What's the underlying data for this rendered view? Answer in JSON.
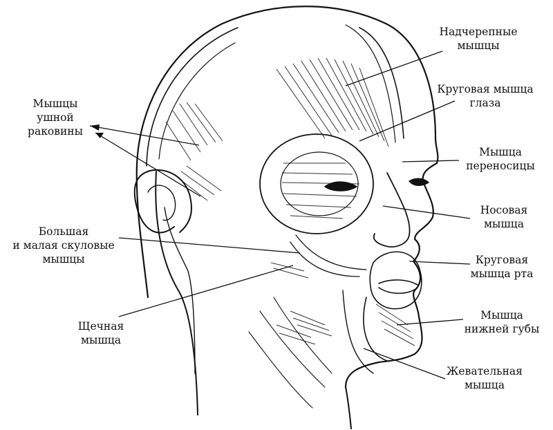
{
  "colors": {
    "ink": "#111111",
    "background": "#ffffff"
  },
  "labels": {
    "epicranial": {
      "line1": "Надчерепные",
      "line2": "мышцы"
    },
    "orbicularis_oculi": {
      "line1": "Круговая мышца",
      "line2": "глаза"
    },
    "procerus": {
      "line1": "Мышца",
      "line2": "переносицы"
    },
    "nasalis": {
      "line1": "Носовая",
      "line2": "мышца"
    },
    "orbicularis_oris": {
      "line1": "Круговая",
      "line2": "мышца рта"
    },
    "depressor_lower_lip": {
      "line1": "Мышца",
      "line2": "нижней губы"
    },
    "masseter": {
      "line1": "Жевательная",
      "line2": "мышца"
    },
    "auricular": {
      "line1": "Мышцы",
      "line2": "ушной",
      "line3": "раковины"
    },
    "zygomatic": {
      "line1": "Большая",
      "line2": "и малая скуловые",
      "line3": "мышцы"
    },
    "buccinator": {
      "line1": "Щечная",
      "line2": "мышца"
    }
  }
}
